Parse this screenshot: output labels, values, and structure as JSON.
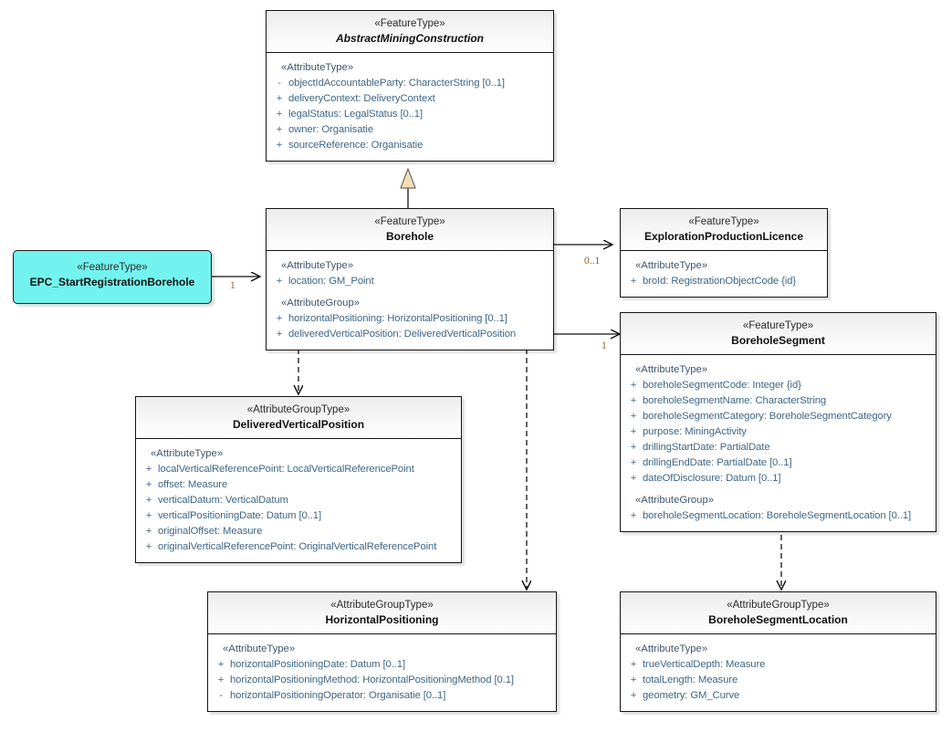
{
  "diagram": {
    "title": "Borehole UML class diagram",
    "notation": "UML class diagram",
    "colors": {
      "box_border": "#141414",
      "box_header_fill": "#f2f2f2",
      "box_body_fill": "#ffffff",
      "accent_fill": "#73f3ef",
      "attribute_text": "#3f6687",
      "multiplicity_text": "#9c5a1e",
      "generalization_fill": "#f7deb4"
    }
  },
  "classes": {
    "abstract_mining_construction": {
      "stereotype": "«FeatureType»",
      "name": "AbstractMiningConstruction",
      "abstract": true,
      "sections": [
        {
          "group": "«AttributeType»",
          "attributes": [
            {
              "visibility": "-",
              "text": "objectIdAccountableParty: CharacterString [0..1]"
            },
            {
              "visibility": "+",
              "text": "deliveryContext: DeliveryContext"
            },
            {
              "visibility": "+",
              "text": "legalStatus: LegalStatus [0..1]"
            },
            {
              "visibility": "+",
              "text": "owner: Organisatie"
            },
            {
              "visibility": "+",
              "text": "sourceReference: Organisatie"
            }
          ]
        }
      ]
    },
    "borehole": {
      "stereotype": "«FeatureType»",
      "name": "Borehole",
      "abstract": false,
      "sections": [
        {
          "group": "«AttributeType»",
          "attributes": [
            {
              "visibility": "+",
              "text": "location: GM_Point"
            }
          ]
        },
        {
          "group": "«AttributeGroup»",
          "attributes": [
            {
              "visibility": "+",
              "text": "horizontalPositioning: HorizontalPositioning [0..1]"
            },
            {
              "visibility": "+",
              "text": "deliveredVerticalPosition: DeliveredVerticalPosition"
            }
          ]
        }
      ]
    },
    "epc_start_registration_borehole": {
      "stereotype": "«FeatureType»",
      "name": "EPC_StartRegistrationBorehole",
      "abstract": false,
      "sections": []
    },
    "exploration_production_licence": {
      "stereotype": "«FeatureType»",
      "name": "ExplorationProductionLicence",
      "abstract": false,
      "sections": [
        {
          "group": "«AttributeType»",
          "attributes": [
            {
              "visibility": "+",
              "text": "broId: RegistrationObjectCode {id}"
            }
          ]
        }
      ]
    },
    "borehole_segment": {
      "stereotype": "«FeatureType»",
      "name": "BoreholeSegment",
      "abstract": false,
      "sections": [
        {
          "group": "«AttributeType»",
          "attributes": [
            {
              "visibility": "+",
              "text": "boreholeSegmentCode: Integer {id}"
            },
            {
              "visibility": "+",
              "text": "boreholeSegmentName: CharacterString"
            },
            {
              "visibility": "+",
              "text": "boreholeSegmentCategory: BoreholeSegmentCategory"
            },
            {
              "visibility": "+",
              "text": "purpose: MiningActivity"
            },
            {
              "visibility": "+",
              "text": "drillingStartDate: PartialDate"
            },
            {
              "visibility": "+",
              "text": "drillingEndDate: PartialDate [0..1]"
            },
            {
              "visibility": "+",
              "text": "dateOfDisclosure: Datum [0..1]"
            }
          ]
        },
        {
          "group": "«AttributeGroup»",
          "attributes": [
            {
              "visibility": "+",
              "text": "boreholeSegmentLocation: BoreholeSegmentLocation [0..1]"
            }
          ]
        }
      ]
    },
    "delivered_vertical_position": {
      "stereotype": "«AttributeGroupType»",
      "name": "DeliveredVerticalPosition",
      "abstract": false,
      "sections": [
        {
          "group": "«AttributeType»",
          "attributes": [
            {
              "visibility": "+",
              "text": "localVerticalReferencePoint: LocalVerticalReferencePoint"
            },
            {
              "visibility": "+",
              "text": "offset: Measure"
            },
            {
              "visibility": "+",
              "text": "verticalDatum: VerticalDatum"
            },
            {
              "visibility": "+",
              "text": "verticalPositioningDate: Datum [0..1]"
            },
            {
              "visibility": "+",
              "text": "originalOffset: Measure"
            },
            {
              "visibility": "+",
              "text": "originalVerticalReferencePoint: OriginalVerticalReferencePoint"
            }
          ]
        }
      ]
    },
    "horizontal_positioning": {
      "stereotype": "«AttributeGroupType»",
      "name": "HorizontalPositioning",
      "abstract": false,
      "sections": [
        {
          "group": "«AttributeType»",
          "attributes": [
            {
              "visibility": "+",
              "text": "horizontalPositioningDate: Datum [0..1]"
            },
            {
              "visibility": "+",
              "text": "horizontalPositioningMethod: HorizontalPositioningMethod [0.1]"
            },
            {
              "visibility": "-",
              "text": "horizontalPositioningOperator: Organisatie [0..1]"
            }
          ]
        }
      ]
    },
    "borehole_segment_location": {
      "stereotype": "«AttributeGroupType»",
      "name": "BoreholeSegmentLocation",
      "abstract": false,
      "sections": [
        {
          "group": "«AttributeType»",
          "attributes": [
            {
              "visibility": "+",
              "text": "trueVerticalDepth: Measure"
            },
            {
              "visibility": "+",
              "text": "totalLength: Measure"
            },
            {
              "visibility": "+",
              "text": "geometry: GM_Curve"
            }
          ]
        }
      ]
    }
  },
  "connectors": {
    "generalization_borehole_to_amc": {
      "type": "generalization",
      "from": "Borehole",
      "to": "AbstractMiningConstruction"
    },
    "assoc_epc_to_borehole": {
      "type": "association",
      "from": "EPC_StartRegistrationBorehole",
      "to": "Borehole",
      "multiplicity": "1"
    },
    "assoc_borehole_to_licence": {
      "type": "association",
      "from": "Borehole",
      "to": "ExplorationProductionLicence",
      "multiplicity": "0..1"
    },
    "assoc_borehole_to_segment": {
      "type": "association",
      "from": "Borehole",
      "to": "BoreholeSegment",
      "multiplicity": "1"
    },
    "dep_borehole_to_dvp": {
      "type": "dependency",
      "from": "Borehole",
      "to": "DeliveredVerticalPosition"
    },
    "dep_borehole_to_hp": {
      "type": "dependency",
      "from": "Borehole",
      "to": "HorizontalPositioning"
    },
    "dep_segment_to_bsl": {
      "type": "dependency",
      "from": "BoreholeSegment",
      "to": "BoreholeSegmentLocation"
    }
  }
}
